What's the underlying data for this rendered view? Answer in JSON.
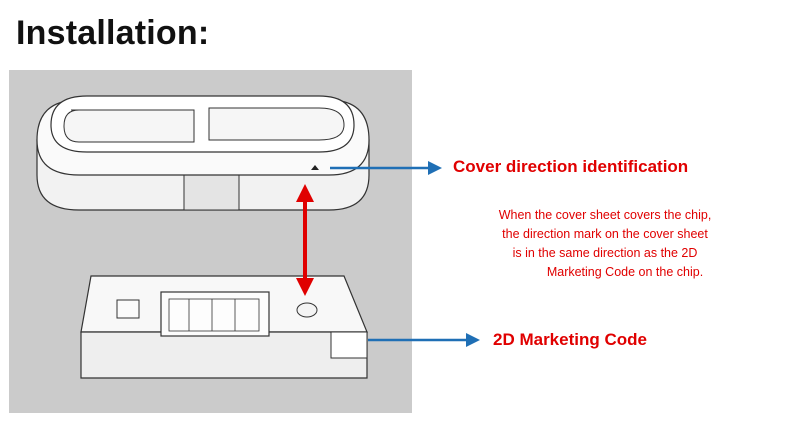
{
  "title": "Installation:",
  "labels": {
    "cover_direction": "Cover direction identification",
    "marketing_code": "2D Marketing Code"
  },
  "note_lines": [
    "When the cover sheet covers the chip,",
    "the direction mark on the cover sheet",
    "is in the same direction as the 2D",
    "Marketing Code on the chip."
  ],
  "colors": {
    "accent_red": "#e00000",
    "arrow_blue": "#1f6fb5",
    "panel_bg": "#cbcbcb"
  }
}
